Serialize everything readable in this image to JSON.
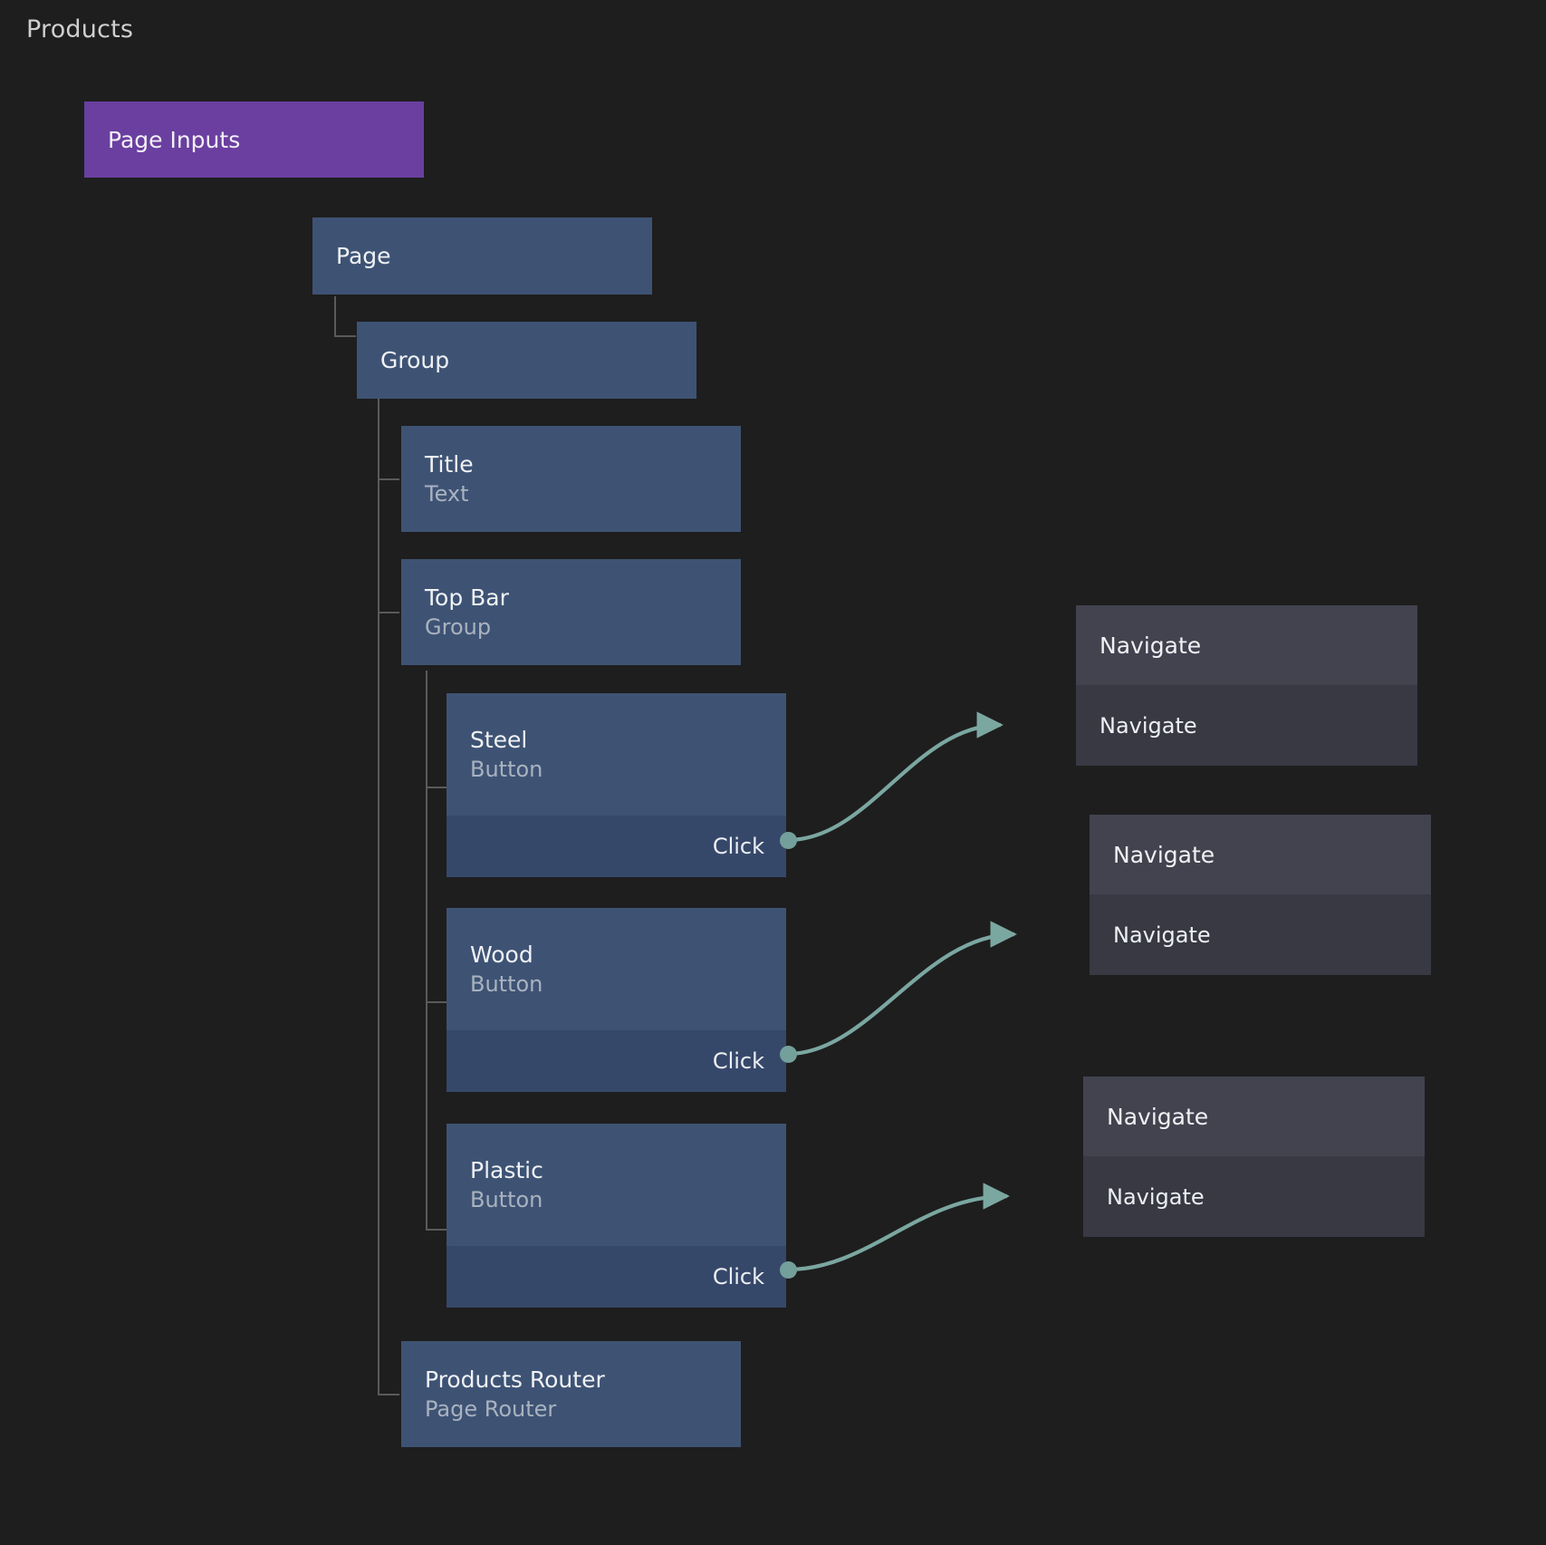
{
  "page": {
    "title": "Products",
    "background_color": "#1e1e1e"
  },
  "colors": {
    "inputs_node": "#6a3fa0",
    "element_header": "#3e5374",
    "element_footer": "#36486a",
    "action_header": "#42434f",
    "action_body": "#383943",
    "edge": "#7ba7a1",
    "port": "#74a09c",
    "guide_line": "#5a5a5a",
    "label_primary": "#f0f2f5",
    "label_secondary": "#a9b2bf"
  },
  "tree": {
    "inputs": {
      "label": "Page Inputs"
    },
    "page": {
      "label": "Page",
      "type": ""
    },
    "group": {
      "label": "Group",
      "type": ""
    },
    "title_el": {
      "label": "Title",
      "type": "Text"
    },
    "top_bar": {
      "label": "Top Bar",
      "type": "Group"
    },
    "buttons": [
      {
        "label": "Steel",
        "type": "Button",
        "event": "Click"
      },
      {
        "label": "Wood",
        "type": "Button",
        "event": "Click"
      },
      {
        "label": "Plastic",
        "type": "Button",
        "event": "Click"
      }
    ],
    "router": {
      "label": "Products Router",
      "type": "Page Router"
    }
  },
  "actions": [
    {
      "title": "Navigate",
      "row": "Navigate"
    },
    {
      "title": "Navigate",
      "row": "Navigate"
    },
    {
      "title": "Navigate",
      "row": "Navigate"
    }
  ]
}
